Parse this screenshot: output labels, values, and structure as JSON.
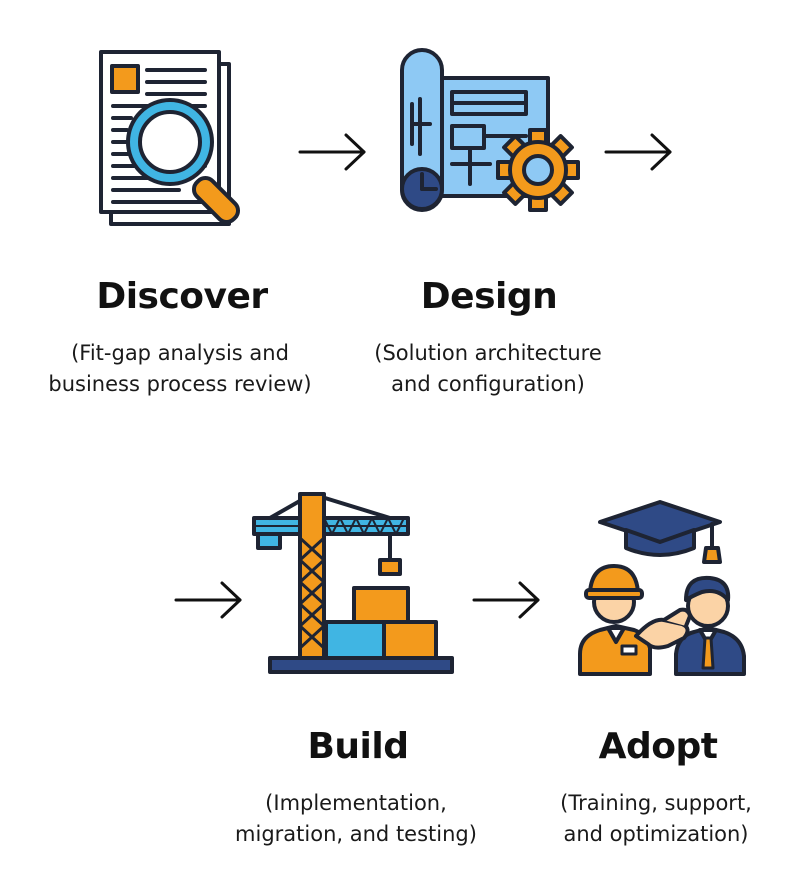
{
  "steps": [
    {
      "title": "Discover",
      "desc": [
        "(Fit-gap analysis and",
        "business process review)"
      ],
      "icon": "document-magnifier-icon"
    },
    {
      "title": "Design",
      "desc": [
        "(Solution architecture",
        "and configuration)"
      ],
      "icon": "blueprint-gear-icon"
    },
    {
      "title": "Build",
      "desc": [
        "(Implementation,",
        "migration, and testing)"
      ],
      "icon": "crane-blocks-icon"
    },
    {
      "title": "Adopt",
      "desc": [
        "(Training, support,",
        "and optimization)"
      ],
      "icon": "graduates-handshake-icon"
    }
  ],
  "colors": {
    "outline": "#1e2433",
    "orange": "#f39a1c",
    "light_blue": "#8ec9f4",
    "cyan": "#40b5e3",
    "navy": "#2f4a86",
    "paper": "#ffffff"
  },
  "arrows": [
    "right-arrow-icon",
    "right-arrow-icon",
    "right-arrow-icon",
    "right-arrow-icon"
  ]
}
